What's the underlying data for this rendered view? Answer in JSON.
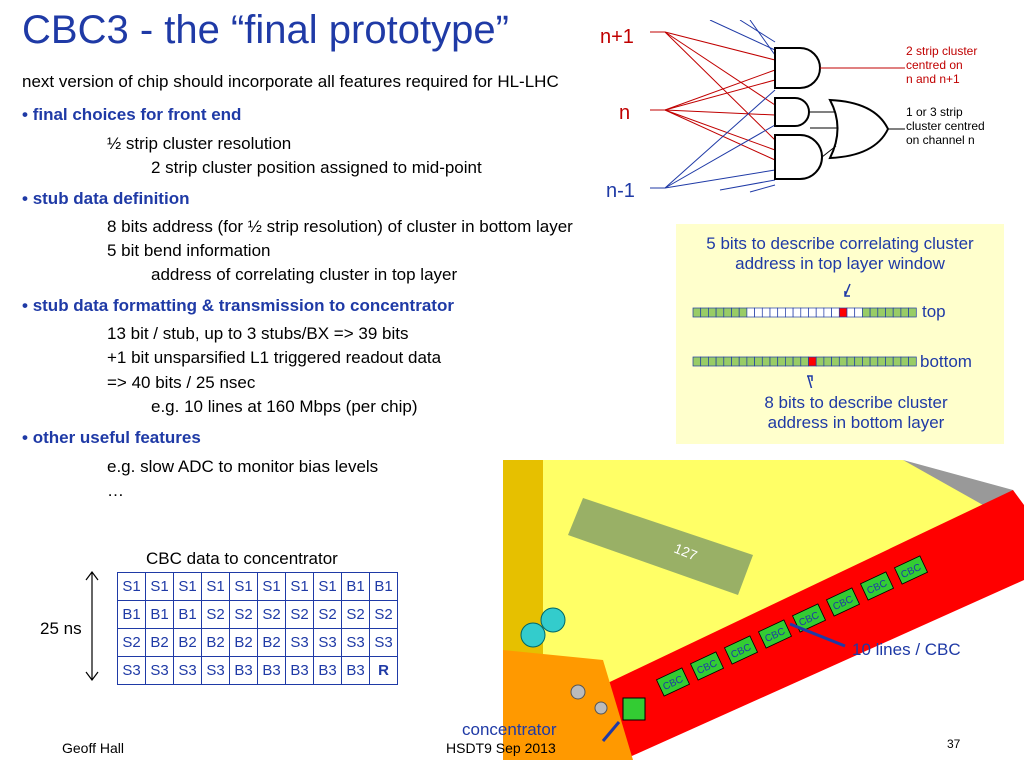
{
  "title_main": "CBC3 - the ",
  "title_quote_open": "“",
  "title_quote_text": "final prototype",
  "title_quote_close": "”",
  "subtitle": "next version of chip should incorporate all features required for HL-LHC",
  "sections": [
    {
      "bullet": "•",
      "heading": "final choices for front end",
      "lines": [
        {
          "text": "½ strip cluster resolution",
          "indent": 1
        },
        {
          "text": "2 strip cluster position assigned to mid-point",
          "indent": 2
        }
      ]
    },
    {
      "bullet": "•",
      "heading": "stub data definition",
      "lines": [
        {
          "text": "8 bits address (for ½ strip resolution) of cluster in bottom layer",
          "indent": 1
        },
        {
          "text": "5 bit bend information",
          "indent": 1
        },
        {
          "text": "address of correlating cluster in top layer",
          "indent": 2
        }
      ]
    },
    {
      "bullet": "•",
      "heading": "stub data formatting & transmission to concentrator",
      "lines": [
        {
          "text": "13 bit / stub, up to 3 stubs/BX => 39 bits",
          "indent": 1
        },
        {
          "text": "+1 bit unsparsified L1 triggered readout data",
          "indent": 1
        },
        {
          "text": "=> 40 bits / 25 nsec",
          "indent": 1
        },
        {
          "text": "e.g. 10 lines at 160 Mbps  (per chip)",
          "indent": 2
        }
      ]
    },
    {
      "bullet": "•",
      "heading": "other useful features",
      "lines": [
        {
          "text": "e.g. slow ADC to monitor bias levels",
          "indent": 1
        },
        {
          "text": "…",
          "indent": 1
        }
      ]
    }
  ],
  "logic_diagram": {
    "label_n_plus_1": "n+1",
    "label_n": "n",
    "label_n_minus_1": "n-1",
    "note_top": [
      "2 strip cluster",
      "centred on",
      "n and n+1"
    ],
    "note_mid": [
      "1 or 3 strip",
      "cluster centred",
      "on channel n"
    ]
  },
  "window_box": {
    "top_text": [
      "5 bits to describe correlating cluster",
      "address in top layer window"
    ],
    "label_top": "top",
    "label_bottom": "bottom",
    "bottom_text": [
      "8 bits to describe cluster",
      "address in bottom layer"
    ]
  },
  "table": {
    "caption": "CBC data to concentrator",
    "side_label": "25 ns",
    "rows": [
      [
        "S1",
        "S1",
        "S1",
        "S1",
        "S1",
        "S1",
        "S1",
        "S1",
        "B1",
        "B1"
      ],
      [
        "B1",
        "B1",
        "B1",
        "S2",
        "S2",
        "S2",
        "S2",
        "S2",
        "S2",
        "S2"
      ],
      [
        "S2",
        "B2",
        "B2",
        "B2",
        "B2",
        "B2",
        "S3",
        "S3",
        "S3",
        "S3"
      ],
      [
        "S3",
        "S3",
        "S3",
        "S3",
        "B3",
        "B3",
        "B3",
        "B3",
        "B3",
        "R"
      ]
    ]
  },
  "module_image": {
    "sensor_label": "127",
    "chip_label": "CBC",
    "lines_label": "10 lines / CBC",
    "concentrator_label": "concentrator"
  },
  "footer": {
    "author": "Geoff Hall",
    "event": "HSDT9 Sep 2013",
    "page": "37"
  }
}
